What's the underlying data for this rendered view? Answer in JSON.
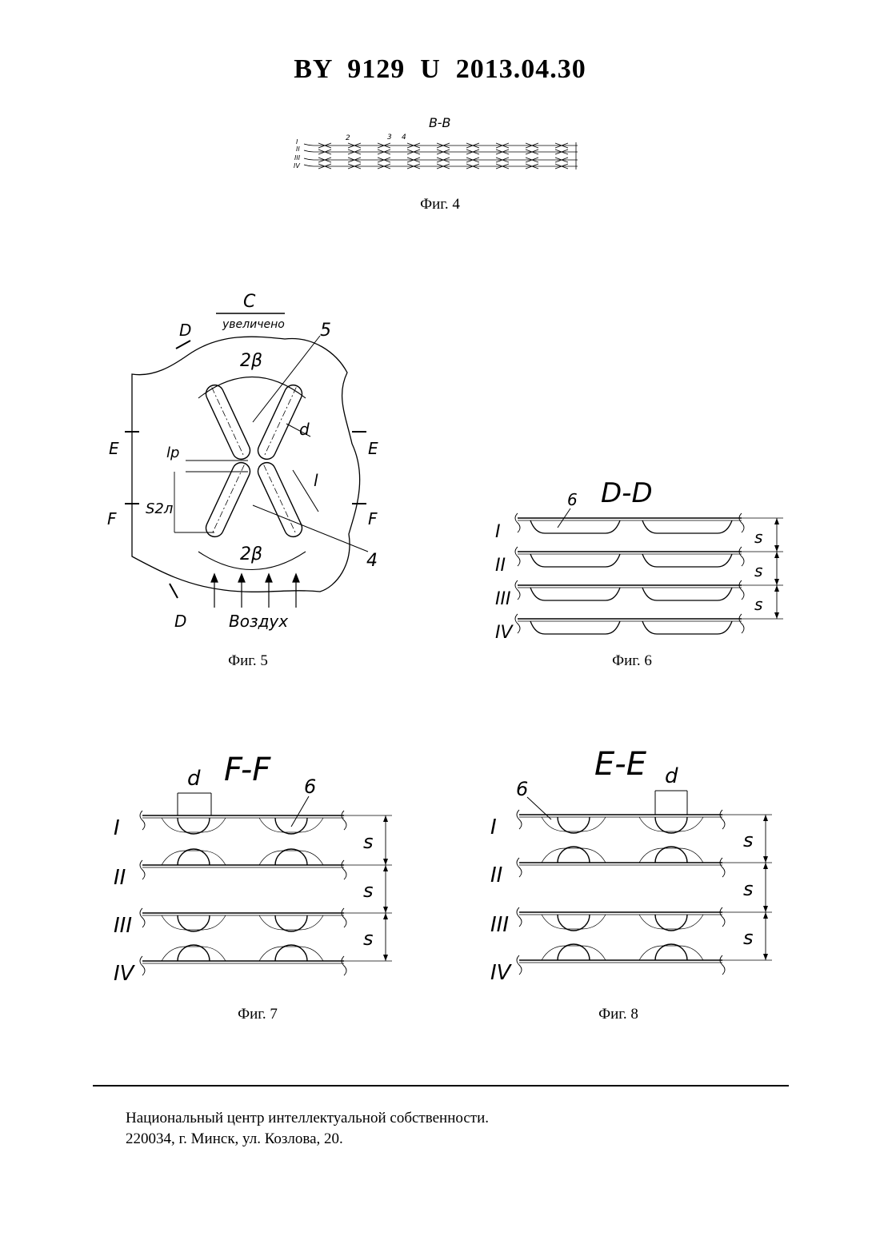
{
  "header": {
    "document_id": "BY  9129  U  2013.04.30"
  },
  "figures": {
    "fig4": {
      "caption": "Фиг. 4",
      "section_label": "B-B",
      "callouts": [
        "2",
        "3",
        "4"
      ],
      "row_labels": [
        "I",
        "II",
        "III",
        "IV"
      ]
    },
    "fig5": {
      "caption": "Фиг. 5",
      "view_label": "C",
      "view_note": "увеличено",
      "angle_label": "2β",
      "callouts": [
        "5",
        "4"
      ],
      "dim_d": "d",
      "dim_l": "l",
      "dim_lp": "lp",
      "dim_s": "S2л",
      "section_marks": [
        "D",
        "E",
        "F"
      ],
      "flow_label": "Воздух"
    },
    "fig6": {
      "caption": "Фиг. 6",
      "section_label": "D-D",
      "callout": "6",
      "row_labels": [
        "I",
        "II",
        "III",
        "IV"
      ],
      "spacing_label": "s"
    },
    "fig7": {
      "caption": "Фиг. 7",
      "section_label": "F-F",
      "callout": "6",
      "dim_d": "d",
      "row_labels": [
        "I",
        "II",
        "III",
        "IV"
      ],
      "spacing_label": "s"
    },
    "fig8": {
      "caption": "Фиг. 8",
      "section_label": "E-E",
      "callout": "6",
      "dim_d": "d",
      "row_labels": [
        "I",
        "II",
        "III",
        "IV"
      ],
      "spacing_label": "s"
    }
  },
  "footer": {
    "line1": "Национальный центр интеллектуальной собственности.",
    "line2": "220034, г. Минск, ул. Козлова, 20."
  }
}
